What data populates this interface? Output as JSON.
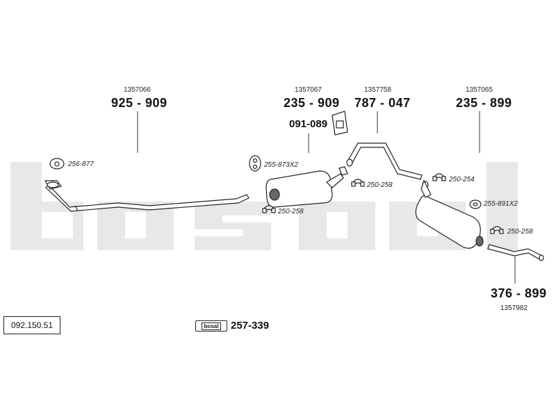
{
  "catalog_number": "092.150.51",
  "brand": {
    "badge_text": "bosal",
    "badge_part_number": "257-339",
    "watermark_color": "#e6e6e6"
  },
  "parts": [
    {
      "oe_number": "1357066",
      "part_number": "925 - 909"
    },
    {
      "oe_number": "1357067",
      "part_number": "235 - 909"
    },
    {
      "oe_number": "",
      "part_number": "091-089"
    },
    {
      "oe_number": "1357758",
      "part_number": "787 - 047"
    },
    {
      "oe_number": "1357065",
      "part_number": "235 - 899"
    },
    {
      "oe_number": "1357982",
      "part_number": "376 - 899"
    }
  ],
  "accessories": [
    {
      "code": "256-877",
      "icon": "gasket-icon"
    },
    {
      "code": "255-873X2",
      "icon": "rubber-hanger-icon"
    },
    {
      "code": "250-258",
      "icon": "clamp-icon"
    },
    {
      "code": "250-258",
      "icon": "clamp-icon"
    },
    {
      "code": "250-254",
      "icon": "clamp-icon"
    },
    {
      "code": "255-891X2",
      "icon": "rubber-ring-icon"
    },
    {
      "code": "250-258",
      "icon": "clamp-icon"
    }
  ]
}
